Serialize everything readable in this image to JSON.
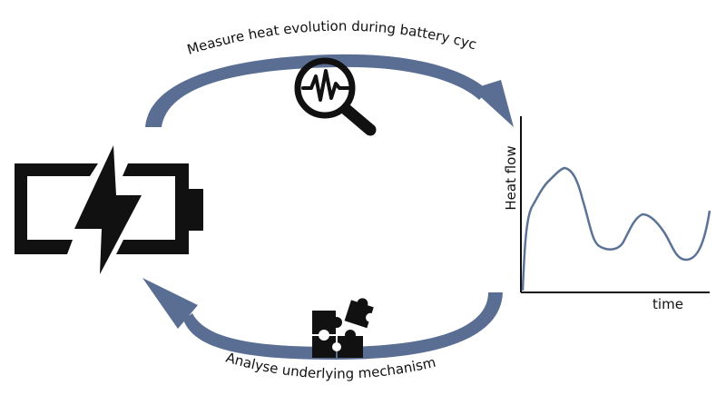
{
  "colors": {
    "arrow": "#5a6e94",
    "icon": "#111111",
    "curve": "#5d7396",
    "background": "#ffffff"
  },
  "top_cycle": {
    "label": "Measure heat evolution during battery cycling",
    "icon": "magnifier-waveform-icon"
  },
  "bottom_cycle": {
    "label": "Analyse underlying mechanisms",
    "icon": "puzzle-icon"
  },
  "battery": {
    "icon": "battery-charging-icon"
  },
  "plot": {
    "y_axis_label": "Heat flow",
    "x_axis_label": "time"
  }
}
